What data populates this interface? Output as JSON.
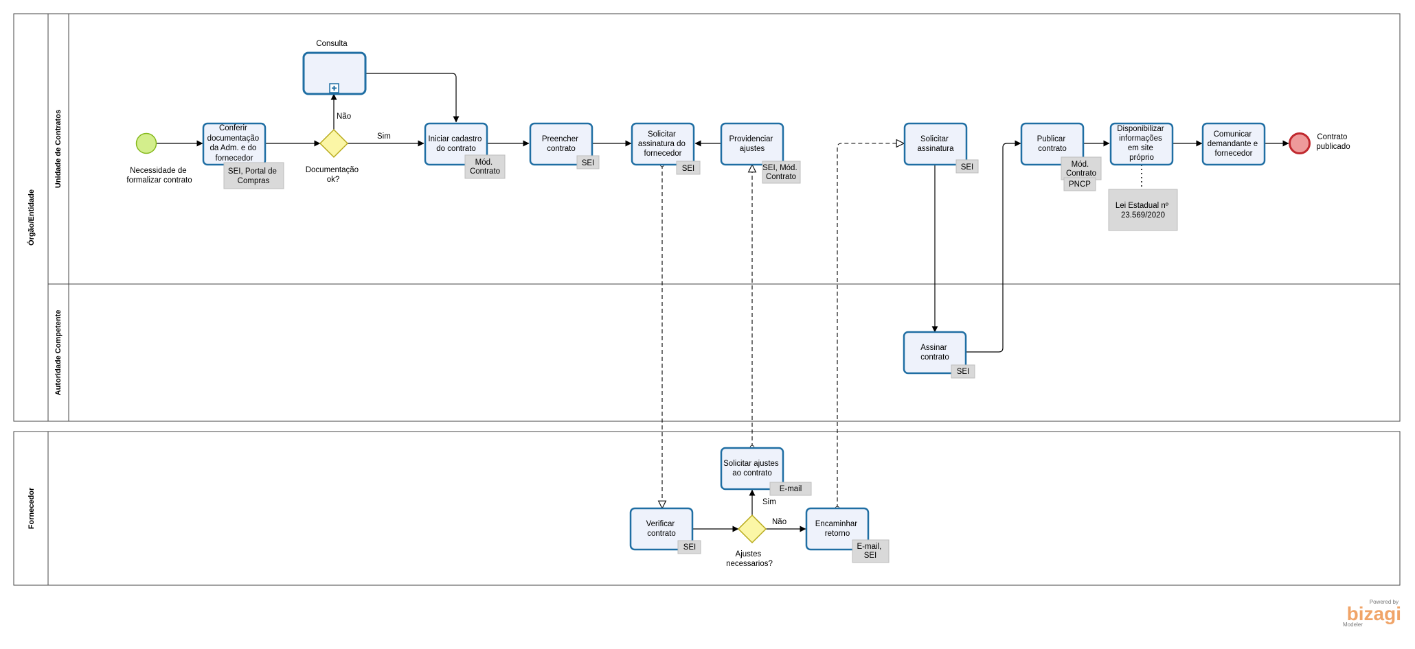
{
  "pools": {
    "orgao": "Órgão/Entidade",
    "fornecedor": "Fornecedor"
  },
  "lanes": {
    "unidade": "Unidade de Contratos",
    "autoridade": "Autoridade Competente"
  },
  "events": {
    "start": [
      "Necessidade de",
      "formalizar contrato"
    ],
    "end": [
      "Contrato",
      "publicado"
    ]
  },
  "tasks": {
    "conferir": [
      "Conferir",
      "documentação",
      "da Adm. e do",
      "fornecedor"
    ],
    "consulta": "Consulta",
    "iniciar": [
      "Iniciar cadastro",
      "do contrato"
    ],
    "preencher": [
      "Preencher",
      "contrato"
    ],
    "solicitar_assinatura_fornecedor": [
      "Solicitar",
      "assinatura do",
      "fornecedor"
    ],
    "providenciar": [
      "Providenciar",
      "ajustes"
    ],
    "solicitar_assinatura": [
      "Solicitar",
      "assinatura"
    ],
    "publicar": [
      "Publicar",
      "contrato"
    ],
    "disponibilizar": [
      "Disponibilizar",
      "informações",
      "em site",
      "próprio"
    ],
    "comunicar": [
      "Comunicar",
      "demandante e",
      "fornecedor"
    ],
    "assinar": [
      "Assinar",
      "contrato"
    ],
    "solicitar_ajustes": [
      "Solicitar ajustes",
      "ao contrato"
    ],
    "verificar": [
      "Verificar",
      "contrato"
    ],
    "encaminhar": [
      "Encaminhar",
      "retorno"
    ]
  },
  "gateways": {
    "documentacao": [
      "Documentação",
      "ok?"
    ],
    "ajustes": [
      "Ajustes",
      "necessarios?"
    ]
  },
  "flow_labels": {
    "nao1": "Não",
    "sim1": "Sim",
    "sim2": "Sim",
    "nao2": "Não"
  },
  "annotations": {
    "conferir": [
      "SEI, Portal de",
      "Compras"
    ],
    "iniciar": [
      "Mód.",
      "Contrato"
    ],
    "preencher": "SEI",
    "solicitar_assinatura_fornecedor": "SEI",
    "providenciar": [
      "SEI, Mód.",
      "Contrato"
    ],
    "solicitar_assinatura": "SEI",
    "publicar_1": [
      "Mód.",
      "Contrato"
    ],
    "publicar_2": "PNCP",
    "lei": [
      "Lei Estadual nº",
      "23.569/2020"
    ],
    "assinar": "SEI",
    "solicitar_ajustes": "E-mail",
    "verificar": "SEI",
    "encaminhar": [
      "E-mail,",
      "SEI"
    ]
  },
  "brand": {
    "powered": "Powered by",
    "name": "bizagi",
    "sub": "Modeler"
  },
  "colors": {
    "start_fill": "#d3ee8c",
    "start_stroke": "#84b81b",
    "end_fill": "#ee9a9a",
    "end_stroke": "#c0282e",
    "gateway_fill": "#fbf6a6",
    "gateway_stroke": "#b8aa1c",
    "task_stroke": "#1f6ea3",
    "brand": "#f0a468"
  }
}
